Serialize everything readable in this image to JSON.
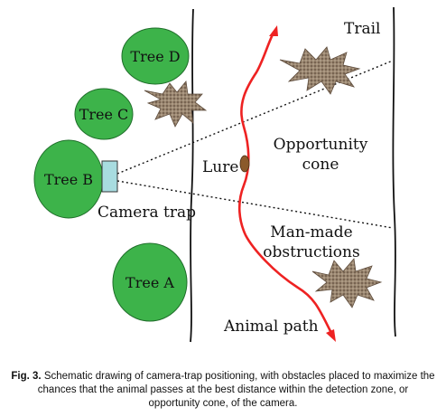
{
  "trees": {
    "d": "Tree D",
    "c": "Tree C",
    "b": "Tree B",
    "a": "Tree A"
  },
  "labels": {
    "trail": "Trail",
    "lure": "Lure",
    "camera_trap": "Camera trap",
    "opportunity_line1": "Opportunity",
    "opportunity_line2": "cone",
    "obstructions_line1": "Man-made",
    "obstructions_line2": "obstructions",
    "animal_path": "Animal path"
  },
  "caption": {
    "prefix": "Fig. 3.",
    "text": " Schematic drawing of camera-trap positioning, with obstacles placed to maximize the chances that the animal passes at the best distance within the detection zone, or opportunity cone, of the camera."
  },
  "colors": {
    "tree_fill": "#3db34a",
    "camera_fill": "#a8dce0",
    "path_color": "#ee2222",
    "star_fill": "#8a7560",
    "lure_fill": "#8b5a2b"
  }
}
